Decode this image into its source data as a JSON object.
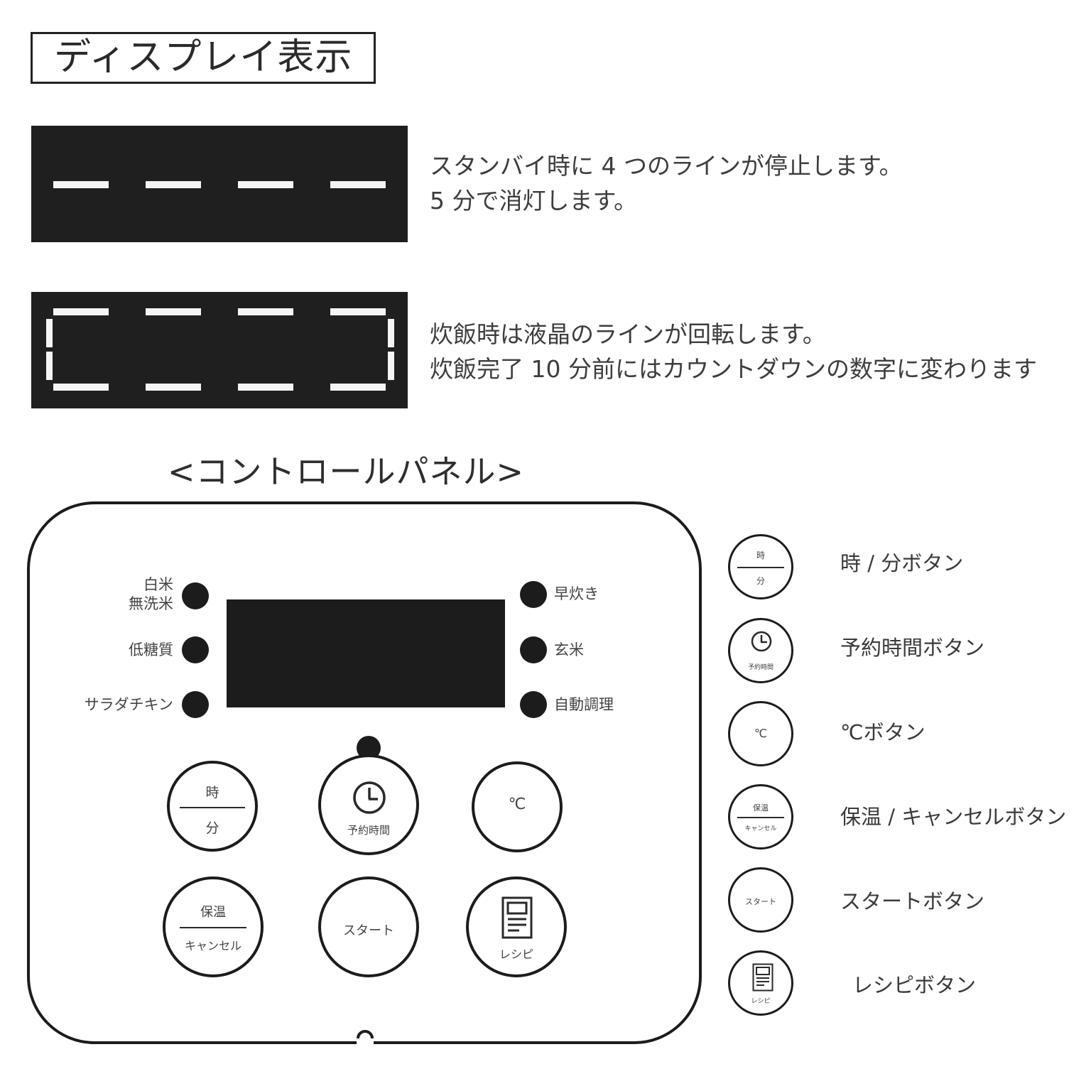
{
  "display_section": {
    "title": "ディスプレイ表示",
    "standby": {
      "line1": "スタンバイ時に 4 つのラインが停止します。",
      "line2": "5 分で消灯します。"
    },
    "cooking": {
      "line1": "炊飯時は液晶のラインが回転します。",
      "line2": "炊飯完了 10 分前にはカウントダウンの数字に変わります"
    }
  },
  "control_panel": {
    "title": "<コントロールパネル>",
    "modes_left": [
      {
        "label_line1": "白米",
        "label_line2": "無洗米"
      },
      {
        "label": "低糖質"
      },
      {
        "label": "サラダチキン"
      }
    ],
    "modes_right": [
      {
        "label": "早炊き"
      },
      {
        "label": "玄米"
      },
      {
        "label": "自動調理"
      }
    ],
    "buttons": {
      "hour_min": {
        "top": "時",
        "bottom": "分"
      },
      "timer": {
        "label": "予約時間"
      },
      "celsius": {
        "label": "℃"
      },
      "keep_warm": {
        "top": "保温",
        "bottom": "キャンセル"
      },
      "start": {
        "label": "スタート"
      },
      "recipe": {
        "label": "レシピ"
      }
    }
  },
  "legend": [
    {
      "label": "時 / 分ボタン",
      "icon_top": "時",
      "icon_bottom": "分"
    },
    {
      "label": "予約時間ボタン",
      "icon_text": "予約時間"
    },
    {
      "label": "℃ボタン",
      "icon_text": "℃"
    },
    {
      "label": "保温 / キャンセルボタン",
      "icon_top": "保温",
      "icon_bottom": "キャンセル"
    },
    {
      "label": "スタートボタン",
      "icon_text": "スタート"
    },
    {
      "label": "レシピボタン",
      "icon_text": "レシピ"
    }
  ],
  "icons": [
    "clock-icon",
    "recipe-book-icon"
  ]
}
